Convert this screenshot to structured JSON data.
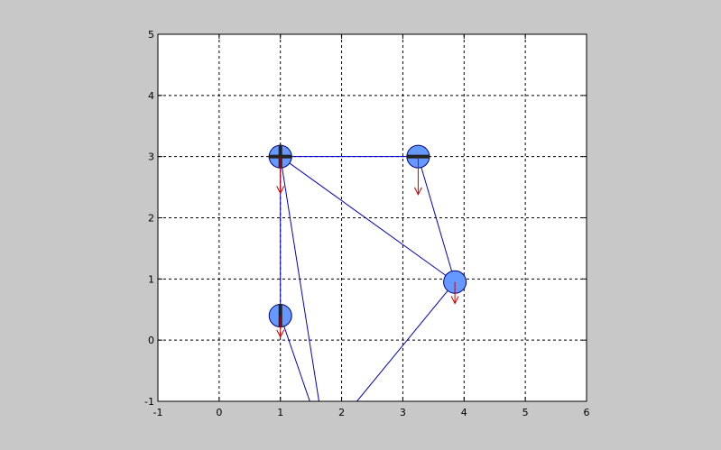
{
  "chart_data": {
    "type": "scatter",
    "title": "",
    "xlabel": "",
    "ylabel": "",
    "xlim": [
      -1,
      6
    ],
    "ylim": [
      -1,
      5
    ],
    "xticks": [
      -1,
      0,
      1,
      2,
      3,
      4,
      5,
      6
    ],
    "yticks": [
      -1,
      0,
      1,
      2,
      3,
      4,
      5
    ],
    "grid": true,
    "nodes": [
      {
        "id": "n1",
        "x": 1.0,
        "y": 3.0,
        "marker": "both"
      },
      {
        "id": "n2",
        "x": 3.25,
        "y": 3.0,
        "marker": "horizontal"
      },
      {
        "id": "n3",
        "x": 3.85,
        "y": 0.95,
        "marker": "none"
      },
      {
        "id": "n4",
        "x": 1.0,
        "y": 0.4,
        "marker": "vertical"
      }
    ],
    "edges": [
      {
        "from": [
          1.0,
          3.0
        ],
        "to": [
          3.25,
          3.0
        ]
      },
      {
        "from": [
          1.0,
          3.0
        ],
        "to": [
          3.85,
          0.95
        ]
      },
      {
        "from": [
          3.25,
          3.0
        ],
        "to": [
          3.85,
          0.95
        ]
      },
      {
        "from": [
          1.0,
          3.0
        ],
        "to": [
          1.0,
          0.4
        ]
      },
      {
        "from": [
          1.0,
          3.0
        ],
        "to": [
          1.63,
          -1.0
        ]
      },
      {
        "from": [
          1.0,
          0.4
        ],
        "to": [
          1.48,
          -1.0
        ]
      },
      {
        "from": [
          3.85,
          0.95
        ],
        "to": [
          2.25,
          -1.0
        ]
      }
    ],
    "arrows": [
      {
        "x": 1.0,
        "y": 3.0,
        "dx": 0.0,
        "dy": -0.6
      },
      {
        "x": 3.25,
        "y": 3.0,
        "dx": 0.0,
        "dy": -0.62
      },
      {
        "x": 3.85,
        "y": 0.95,
        "dx": 0.0,
        "dy": -0.35
      },
      {
        "x": 1.0,
        "y": 0.4,
        "dx": 0.0,
        "dy": -0.35
      }
    ],
    "colors": {
      "background": "#c8c8c8",
      "axes_background": "#ffffff",
      "edge": "#0000cc",
      "node_fill": "#6699ff",
      "node_stroke": "#000080",
      "marker": "#222222",
      "arrow": "#cc0000",
      "grid": "#000000"
    }
  }
}
